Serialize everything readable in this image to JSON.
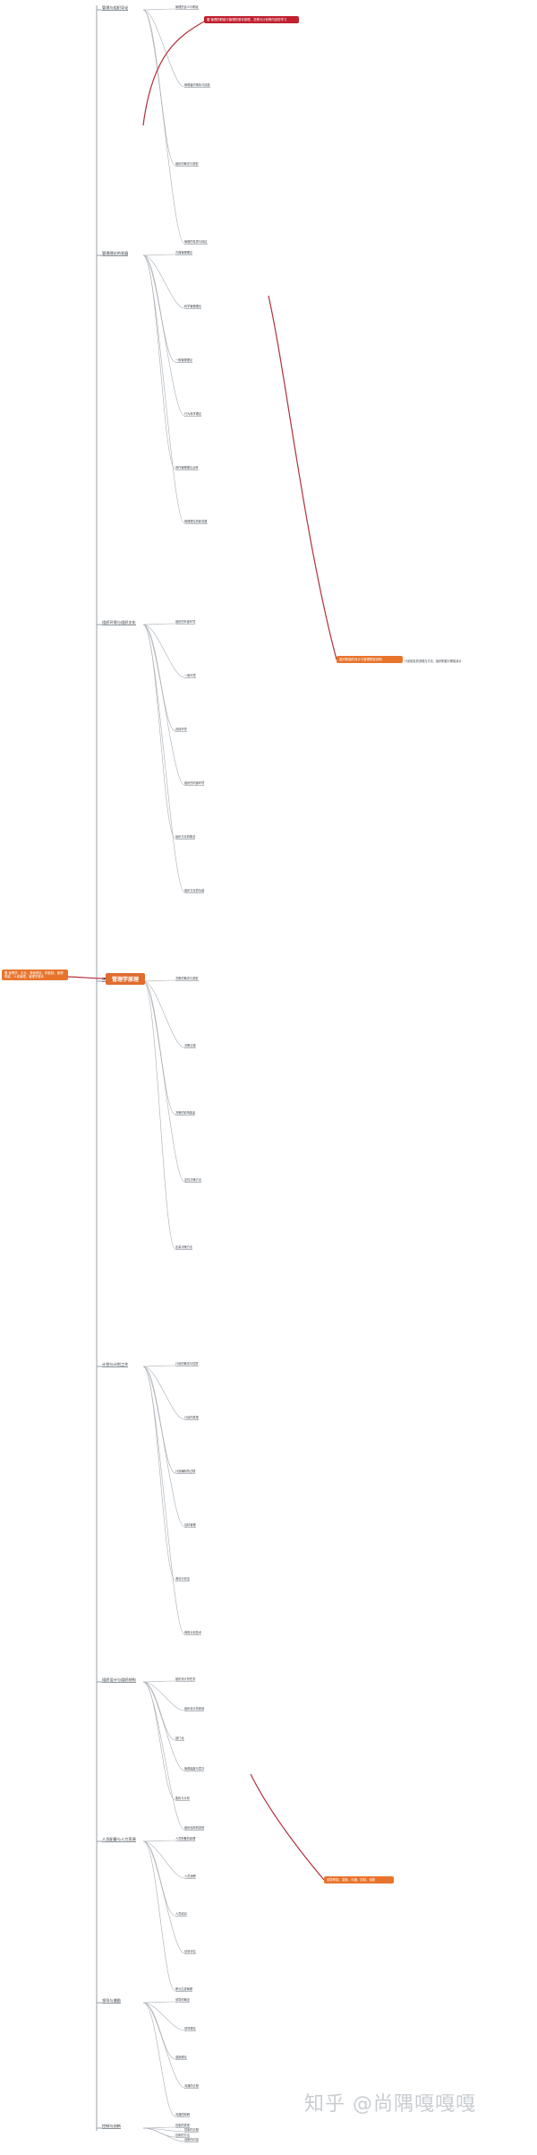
{
  "root": {
    "label": "管理学原理"
  },
  "callouts": {
    "left": "赠 管理学、企业、基础理论、职能制、管理职能、人事管理、管理学基本",
    "top": "赠 管理的职能与管理的基本原理、决策与计划等内容的学习",
    "mid": "组织职能的设计与管理职能说明",
    "mid_note": "计划制定的流程与方法、组织职能与职能设计",
    "bottom": "领导职能、激励、沟通、控制、创新"
  },
  "chapters": [
    {
      "title": "管理与组织导论",
      "items": [
        "管理的含义与职能",
        "管理者的角色与技能",
        "组织的概念与类型",
        "管理的性质与特征"
      ]
    },
    {
      "title": "管理理论的发展",
      "items": [
        "古典管理理论",
        "科学管理理论",
        "一般管理理论",
        "行为科学理论",
        "现代管理理论丛林",
        "管理理论的新发展"
      ]
    },
    {
      "title": "组织环境与组织文化",
      "items": [
        "组织的外部环境",
        "一般环境",
        "具体环境",
        "组织的内部环境",
        "组织文化的概念",
        "组织文化的功能"
      ]
    },
    {
      "title": "决策与决策方法",
      "items": [
        "决策的概念与类型",
        "决策过程",
        "决策的影响因素",
        "定性决策方法",
        "定量决策方法"
      ]
    },
    {
      "title": "计划与计划工作",
      "items": [
        "计划的概念与性质",
        "计划的类型",
        "计划编制的过程",
        "目标管理",
        "滚动计划法",
        "网络计划技术"
      ]
    },
    {
      "title": "组织设计与组织结构",
      "items": [
        "组织设计的任务",
        "组织设计的原则",
        "部门化",
        "管理幅度与层次",
        "集权与分权",
        "组织结构的类型"
      ]
    },
    {
      "title": "人员配备与人力资源",
      "items": [
        "人员配备的原理",
        "人员选聘",
        "人员培训",
        "绩效评估",
        "职业生涯管理"
      ]
    },
    {
      "title": "领导与激励",
      "items": [
        "领导的概念",
        "领导理论",
        "激励理论",
        "沟通的过程",
        "沟通的障碍"
      ]
    },
    {
      "title": "控制与创新",
      "items": [
        "控制的类型",
        "控制的过程",
        "控制的方法",
        "创新的内容"
      ]
    }
  ]
}
